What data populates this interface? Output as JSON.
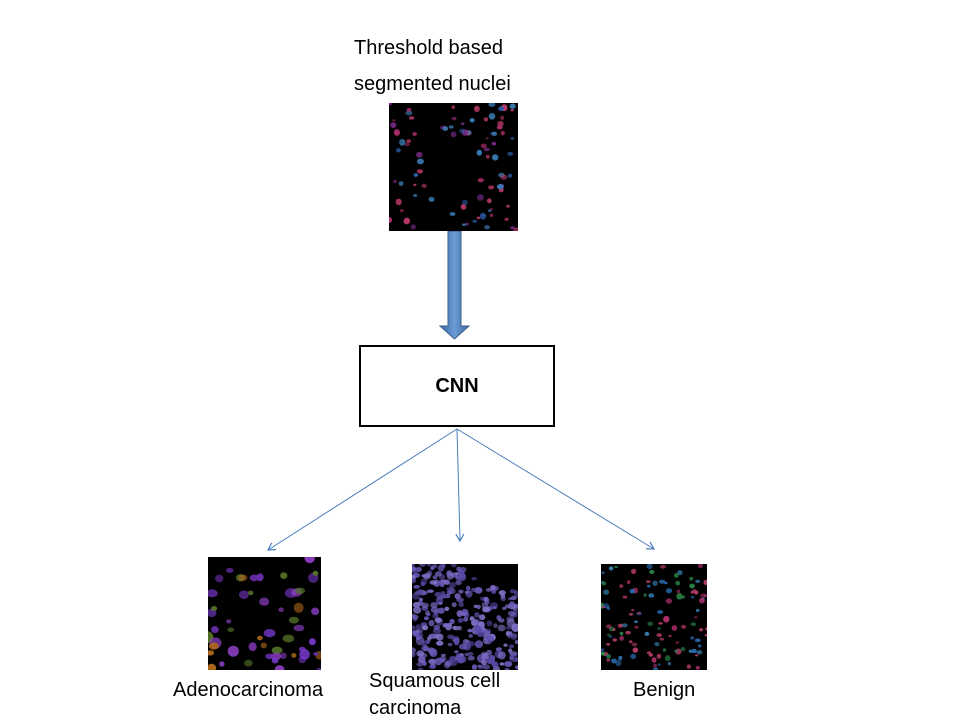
{
  "input": {
    "title": "Threshold based\nsegmented nuclei"
  },
  "model": {
    "label": "CNN"
  },
  "outputs": [
    {
      "label": "Adenocarcinoma"
    },
    {
      "label": "Squamous cell\ncarcinoma"
    },
    {
      "label": "Benign"
    }
  ],
  "colors": {
    "arrow_fill": "#4f81bd",
    "arrow_stroke": "#385d8a",
    "connector": "#4a7ebb",
    "tile_background": "#000000"
  }
}
